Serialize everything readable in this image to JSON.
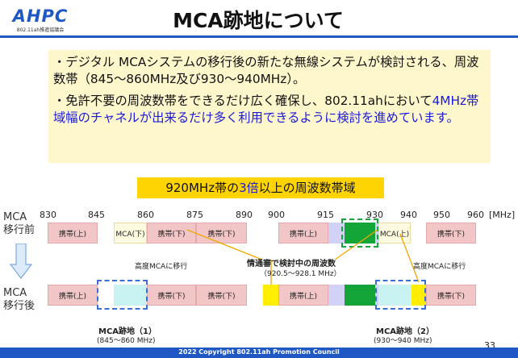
{
  "header": {
    "logo_text": "AHPC",
    "logo_sub": "802.11ah推進協議会",
    "title": "MCA跡地について"
  },
  "bullets": [
    {
      "text": "・デジタル MCAシステムの移行後の新たな無線システムが検討される、周波数帯（845～860MHz及び930～940MHz）。"
    },
    {
      "pre": "・免許不要の周波数帯をできるだけ広く確保し、802.11ahにおいて",
      "highlight": "4MHz帯域幅のチャネルが出来るだけ多く利用できるように検討を進めています。"
    }
  ],
  "band_label": {
    "pre": "920MHz帯の",
    "highlight": "3倍",
    "post": "以上の周波数帯域"
  },
  "scale": {
    "ticks": [
      "830",
      "845",
      "860",
      "875",
      "890",
      "900",
      "915",
      "930",
      "940",
      "950",
      "960"
    ],
    "unit": "[MHz]"
  },
  "rows": {
    "before_label": "MCA\n移行前",
    "after_label": "MCA\n移行後",
    "mobile_up": "携帯(上)",
    "mobile_down": "携帯(下)",
    "mca_down": "MCA(下)",
    "mca_up": "MCA(上)"
  },
  "notes": {
    "migrate_left": "高度MCAに移行",
    "migrate_right": "高度MCAに移行",
    "info_line1": "情通審で検討中の周波数",
    "info_line2": "（920.5～928.1 MHz）",
    "site1_line1": "MCA跡地（1）",
    "site1_line2": "(845～860 MHz)",
    "site2_line1": "MCA跡地（2）",
    "site2_line2": "(930～940 MHz)"
  },
  "footer": {
    "copyright": "2022 Copyright 802.11ah Promotion Council",
    "page": "33"
  },
  "colors": {
    "accent": "#1f58c4",
    "mobile": "#f2c6c6",
    "site": "#c9f2f2",
    "wifi_ah": "#14a538",
    "band": "#ffd400"
  }
}
